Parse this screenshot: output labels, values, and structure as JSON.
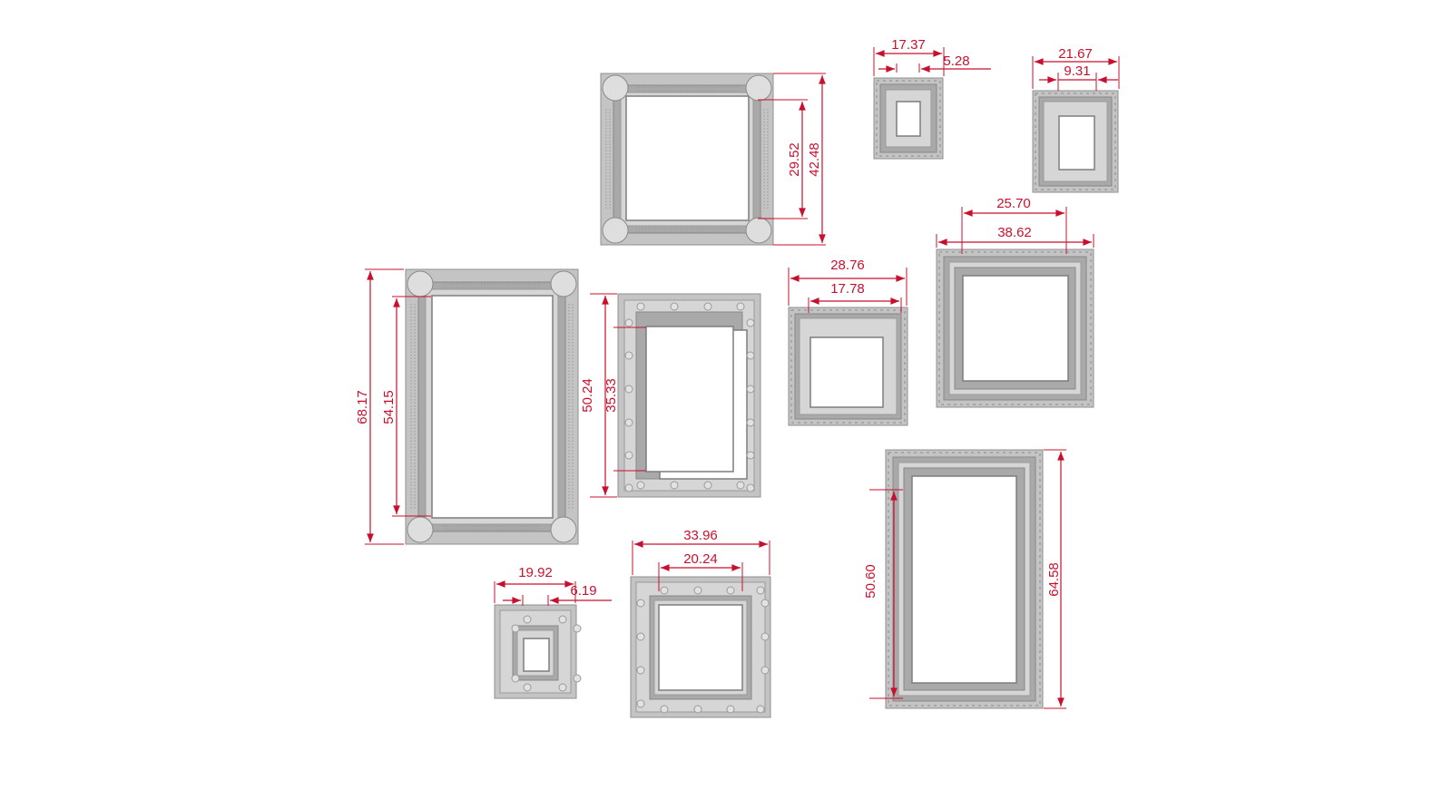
{
  "colors": {
    "dimension": "#c8102e",
    "frame": "#c4c4c4",
    "background": "#ffffff"
  },
  "frames": [
    {
      "id": "ornate-square",
      "style": "ornate-rosette",
      "outer_height": "42.48",
      "inner_height": "29.52"
    },
    {
      "id": "small-deep",
      "style": "beaded-deep",
      "outer_width": "17.37",
      "inner_width": "5.28"
    },
    {
      "id": "small-portrait",
      "style": "beaded-deep",
      "outer_width": "21.67",
      "inner_width": "9.31"
    },
    {
      "id": "ornate-tall",
      "style": "ornate-rosette",
      "outer_height": "68.17",
      "inner_height": "54.15"
    },
    {
      "id": "studded-portrait",
      "style": "studded",
      "outer_height": "50.24",
      "inner_height": "35.33"
    },
    {
      "id": "beaded-square",
      "style": "beaded",
      "outer_width": "28.76",
      "inner_width": "17.78"
    },
    {
      "id": "stepped-landscape",
      "style": "stepped-beaded",
      "outer_width": "38.62",
      "inner_width": "25.70"
    },
    {
      "id": "studded-small",
      "style": "studded",
      "outer_width": "19.92",
      "inner_width": "6.19"
    },
    {
      "id": "studded-square",
      "style": "studded",
      "outer_width": "33.96",
      "inner_width": "20.24"
    },
    {
      "id": "stepped-tall",
      "style": "stepped-beaded",
      "outer_height": "64.58",
      "inner_height": "50.60"
    }
  ]
}
